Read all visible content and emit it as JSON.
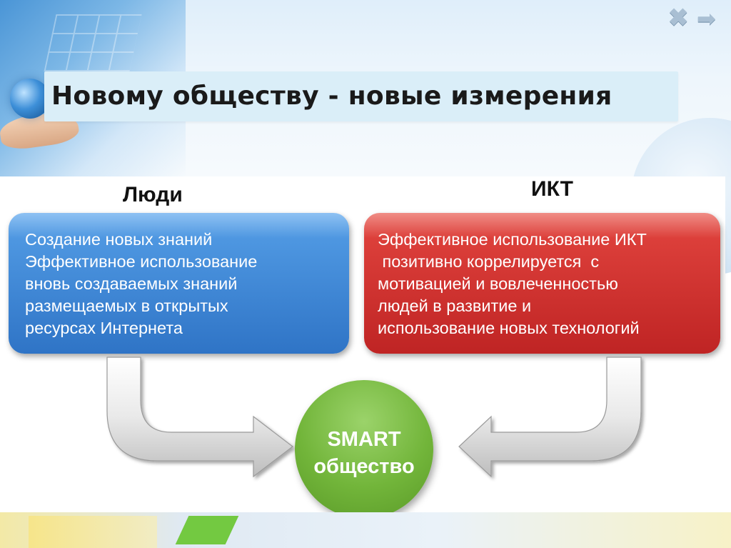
{
  "header": {
    "title": "Новому обществу - новые измерения"
  },
  "nav": {
    "close_glyph": "✖",
    "next_glyph": "➡"
  },
  "diagram": {
    "left": {
      "label": "Люди",
      "lines": [
        "Создание новых знаний",
        "Эффективное использование",
        "вновь создаваемых знаний",
        "размещаемых в открытых",
        "ресурсах Интернета"
      ],
      "color": "#2f74c6"
    },
    "right": {
      "label": "ИКТ",
      "lines": [
        "Эффективное использование ИКТ",
        " позитивно коррелируется  с",
        "мотивацией и вовлеченностью",
        "людей в развитие и",
        "использование новых технологий"
      ],
      "color": "#c92a28"
    },
    "center": {
      "line1": "SMART",
      "line2": "общество",
      "color": "#72b53a"
    }
  }
}
